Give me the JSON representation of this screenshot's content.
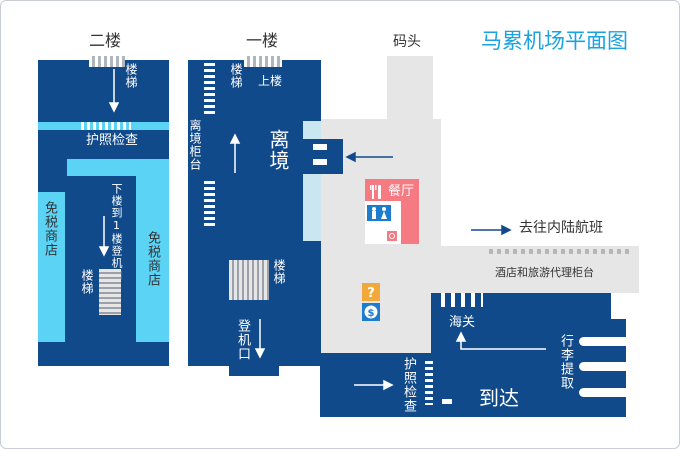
{
  "title": "马累机场平面图",
  "floors": {
    "second": "二楼",
    "first": "一楼"
  },
  "labels": {
    "wharf": "码头",
    "stairs": "楼梯",
    "upstairs": "上楼",
    "passport_check": "护照检查",
    "duty_free": "免税商店",
    "down_to_checkin": "下楼到1楼登机口",
    "departure_counter": "离境柜台",
    "departure": "离境",
    "gate": "登机口",
    "restaurant": "餐厅",
    "domestic_flights": "去往内陆航班",
    "hotel_counter": "酒店和旅游代理柜台",
    "customs": "海关",
    "baggage_claim": "行李提取",
    "arrival": "到达"
  },
  "icons": {
    "restaurant": "fork-knife-icon",
    "toilet": "toilet-icon",
    "info": "question-mark-icon",
    "money": "dollar-icon",
    "accessible": "accessible-icon"
  },
  "colors": {
    "navy": "#114a8b",
    "cyan": "#5ad3f5",
    "gray": "#e6e6e6",
    "title": "#1aa3e0",
    "restaurant": "#f57a82",
    "info": "#f2a93b"
  }
}
